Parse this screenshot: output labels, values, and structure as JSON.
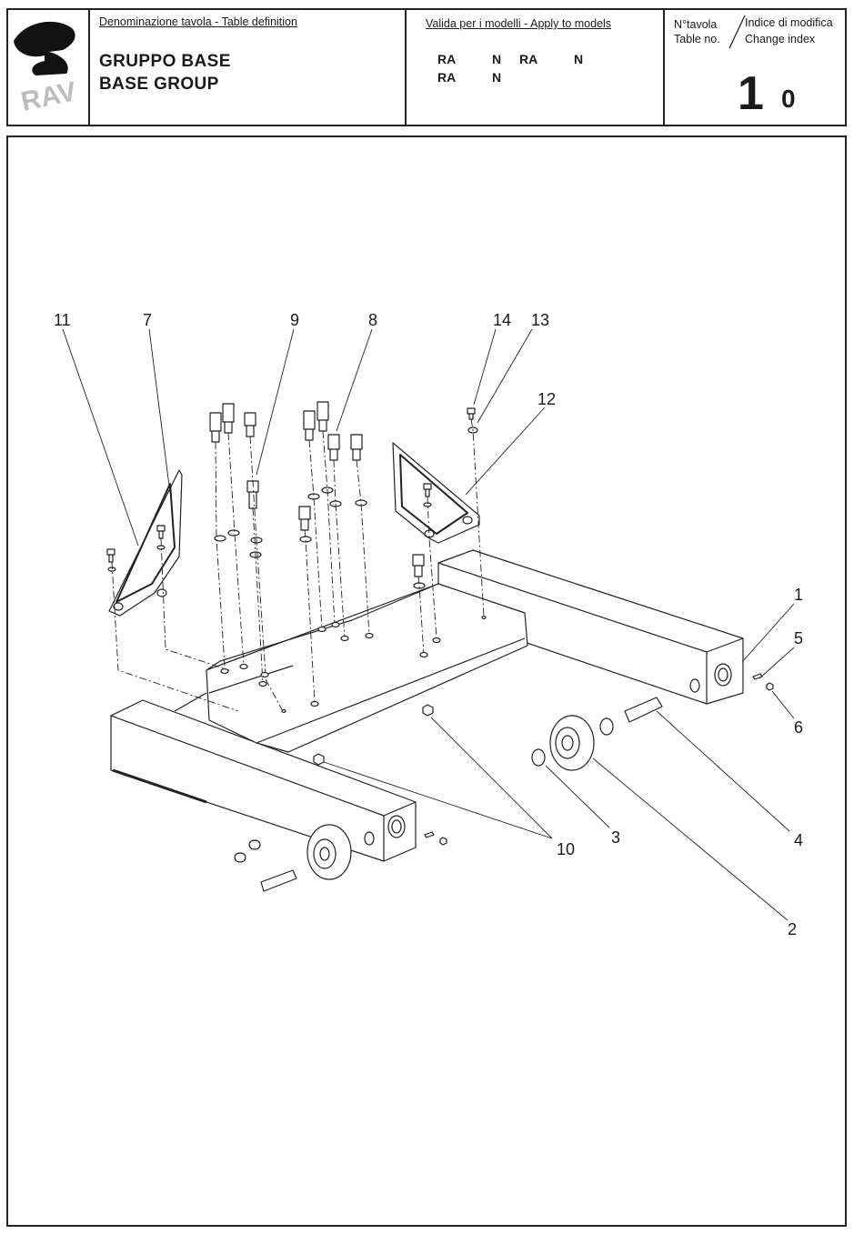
{
  "header": {
    "definition_label": "Denominazione tavola - Table definition",
    "title_it": "GRUPPO BASE",
    "title_en": "BASE GROUP",
    "models_label": "Valida per i modelli - Apply to models",
    "models_row1": [
      "RA",
      "N",
      "RA",
      "N"
    ],
    "models_row2": [
      "RA",
      "N"
    ],
    "table_no_label_it": "N°tavola",
    "table_no_label_en": "Table no.",
    "change_index_label_it": "Indice di modifica",
    "change_index_label_en": "Change index",
    "table_no": "1",
    "change_index": "0"
  },
  "logo": {
    "text": "RAV"
  },
  "drawing": {
    "callouts": [
      "11",
      "7",
      "9",
      "8",
      "14",
      "13",
      "12",
      "1",
      "5",
      "6",
      "4",
      "3",
      "10",
      "2"
    ]
  }
}
